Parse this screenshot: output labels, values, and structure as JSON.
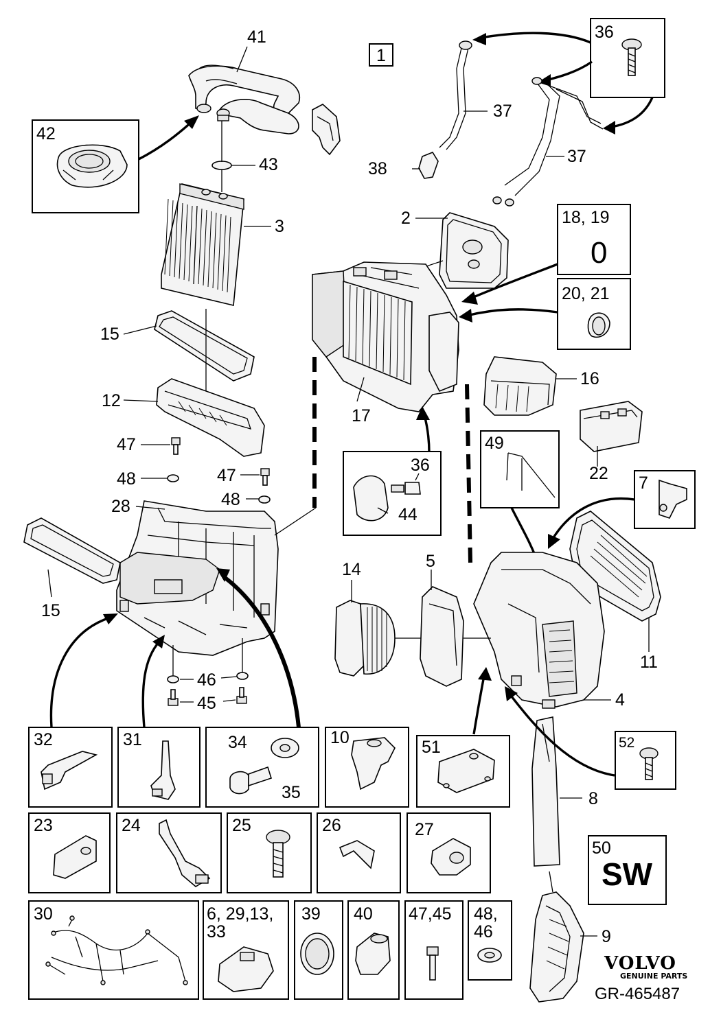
{
  "labels": {
    "l41": "41",
    "l1": "1",
    "l36a": "36",
    "l37a": "37",
    "l37b": "37",
    "l38": "38",
    "l42": "42",
    "l43": "43",
    "l3": "3",
    "l2": "2",
    "l1819": "18, 19",
    "l0": "0",
    "l2021": "20, 21",
    "l15a": "15",
    "l12": "12",
    "l17": "17",
    "l16": "16",
    "l22": "22",
    "l47a": "47",
    "l48a": "48",
    "l47b": "47",
    "l48b": "48",
    "l28": "28",
    "l36b": "36",
    "l44": "44",
    "l49": "49",
    "l7": "7",
    "l15b": "15",
    "l14": "14",
    "l5": "5",
    "l11": "11",
    "l46": "46",
    "l45": "45",
    "l4": "4",
    "l32": "32",
    "l31": "31",
    "l34": "34",
    "l35": "35",
    "l10": "10",
    "l51": "51",
    "l52": "52",
    "l8": "8",
    "l23": "23",
    "l24": "24",
    "l25": "25",
    "l26": "26",
    "l27": "27",
    "l50": "50",
    "lsw": "SW",
    "l30": "30",
    "l6291333a": "6, 29,13,",
    "l6291333b": "33",
    "l39": "39",
    "l40": "40",
    "l4745": "47,45",
    "l4846a": "48,",
    "l4846b": "46",
    "l9": "9"
  },
  "brand": {
    "name": "VOLVO",
    "tagline": "GENUINE PARTS",
    "ref": "GR-465487"
  }
}
